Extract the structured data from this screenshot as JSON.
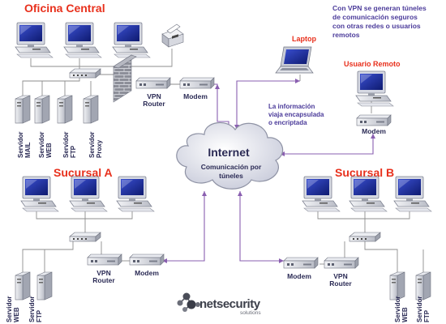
{
  "titles": {
    "central": "Oficina Central",
    "branch_a": "Sucursal A",
    "branch_b": "Sucursal B",
    "remote_user": "Usuario Remoto",
    "laptop": "Laptop"
  },
  "intro_note": [
    "Con VPN se generan túneles",
    "de comunicación seguros",
    "con otras redes o usuarios",
    "remotos"
  ],
  "info_note": [
    "La información",
    "viaja encapsulada",
    "o encriptada"
  ],
  "internet": {
    "label": "Internet",
    "sublabel": [
      "Comunicación por",
      "túneles"
    ]
  },
  "devices": {
    "vpn_router": [
      "VPN",
      "Router"
    ],
    "modem": "Modem"
  },
  "servers_central": [
    [
      "Servidor",
      "MAIL"
    ],
    [
      "Servidor",
      "WEB"
    ],
    [
      "Servidor",
      "FTP"
    ],
    [
      "Servidor",
      "Proxy"
    ]
  ],
  "servers_a": [
    [
      "Servidor",
      "WEB"
    ],
    [
      "Servidor",
      "FTP"
    ]
  ],
  "servers_b": [
    [
      "Servidor",
      "WEB"
    ],
    [
      "Servidor",
      "FTP"
    ]
  ],
  "logo": {
    "name": "netsecurity",
    "tagline": "solutions"
  },
  "colors": {
    "title_red": "#e8301c",
    "tunnel_purple": "#8a5fb0",
    "text_dark": "#2b2b55",
    "screen_blue": "#1b2f9a"
  }
}
